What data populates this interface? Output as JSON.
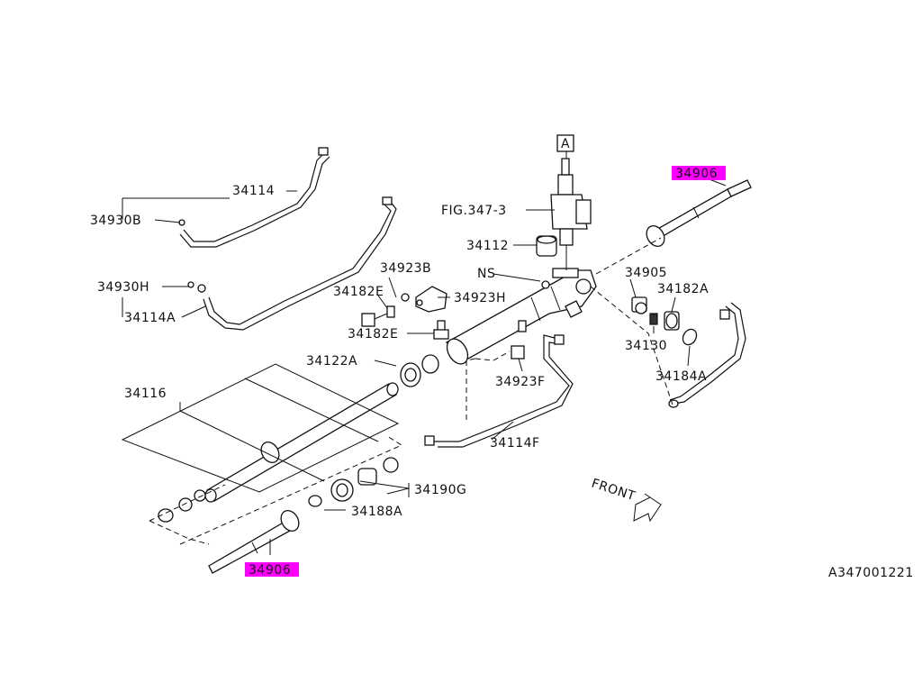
{
  "labels": {
    "callout_a": "A",
    "fig_ref": "FIG.347-3",
    "p34112": "34112",
    "p34114": "34114",
    "p34930b": "34930B",
    "p34930h": "34930H",
    "p34114a": "34114A",
    "p34923b": "34923B",
    "p34182e_top": "34182E",
    "p34923h": "34923H",
    "p34182e_bottom": "34182E",
    "ns": "NS",
    "p34905": "34905",
    "p34182a": "34182A",
    "p34130": "34130",
    "p34184a": "34184A",
    "p34906_top": "34906",
    "p34906_bottom": "34906",
    "p34122a": "34122A",
    "p34923f": "34923F",
    "p34116": "34116",
    "p34114f": "34114F",
    "p34190g": "34190G",
    "p34188a": "34188A",
    "front": "FRONT",
    "diagram_code": "A347001221"
  },
  "highlight_color": "#ff00ff"
}
